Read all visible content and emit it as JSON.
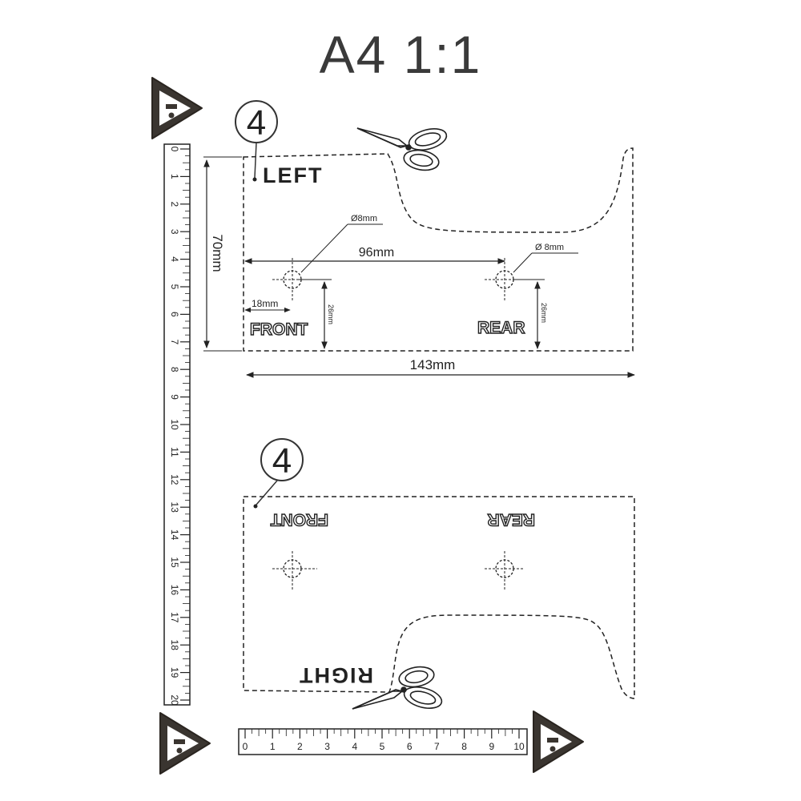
{
  "title": "A4 1:1",
  "callout_number": "4",
  "ruler_vertical": {
    "labels": [
      "0",
      "1",
      "2",
      "3",
      "4",
      "5",
      "6",
      "7",
      "8",
      "9",
      "10",
      "11",
      "12",
      "13",
      "14",
      "15",
      "16",
      "17",
      "18",
      "19",
      "20"
    ]
  },
  "ruler_horizontal": {
    "labels": [
      "0",
      "1",
      "2",
      "3",
      "4",
      "5",
      "6",
      "7",
      "8",
      "9",
      "10"
    ]
  },
  "template_left": {
    "side_label": "LEFT",
    "front_label": "FRONT",
    "rear_label": "REAR",
    "dim_height": "70mm",
    "dim_width": "143mm",
    "dim_hole_spacing": "96mm",
    "dim_front_offset": "18mm",
    "dim_hole_height_front": "26mm",
    "dim_hole_height_rear": "26mm",
    "hole_diameter_front": "Ø8mm",
    "hole_diameter_rear": "Ø 8mm"
  },
  "template_right": {
    "side_label": "RIGHT",
    "front_label": "FRONT",
    "rear_label": "REAR"
  },
  "colors": {
    "line": "#222222",
    "warning_fill": "#3a3530"
  }
}
